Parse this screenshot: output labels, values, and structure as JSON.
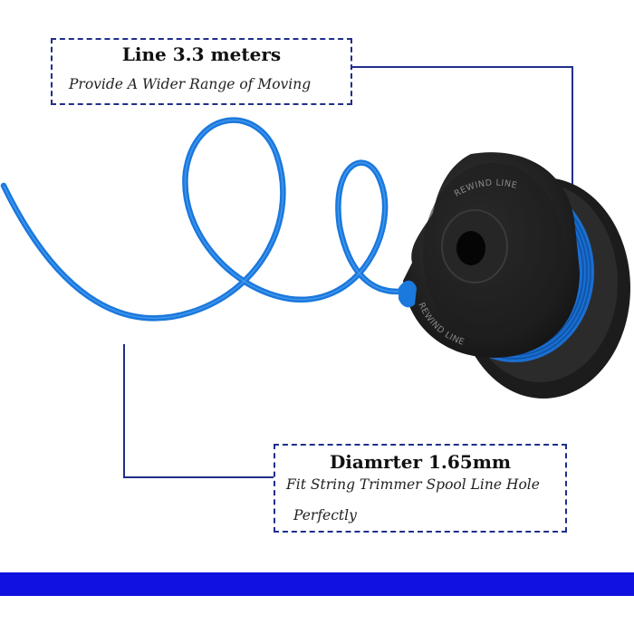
{
  "callouts": {
    "top": {
      "title": "Line 3.3 meters",
      "subtitle": "Provide A Wider Range of  Moving"
    },
    "bottom": {
      "title": "Diamrter 1.65mm",
      "line1": "Fit String Trimmer Spool Line Hole",
      "line2": "Perfectly"
    }
  },
  "spool": {
    "top_text": "REWIND LINE",
    "bottom_text": "REWIND LINE"
  },
  "colors": {
    "line_blue": "#1b78dc",
    "spool_dark": "#1a1a1a",
    "leader": "#1f2f8a",
    "band": "#1111e0"
  }
}
